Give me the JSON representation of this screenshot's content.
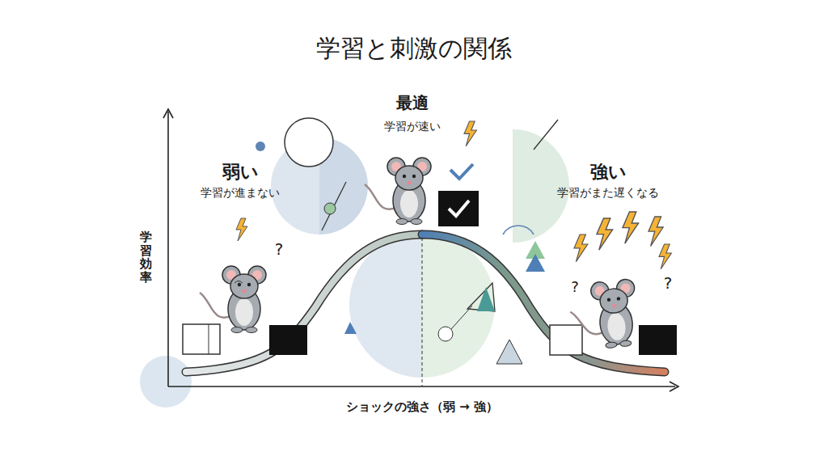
{
  "diagram": {
    "title": "学習と刺激の関係",
    "labels": [
      "最適",
      "学習が速い",
      "弱い",
      "学習が進まない",
      "強い",
      "学習がまた遅くなる",
      "学習効率",
      "ショックの強さ（弱 → 強）",
      "?",
      "?",
      "?"
    ]
  }
}
